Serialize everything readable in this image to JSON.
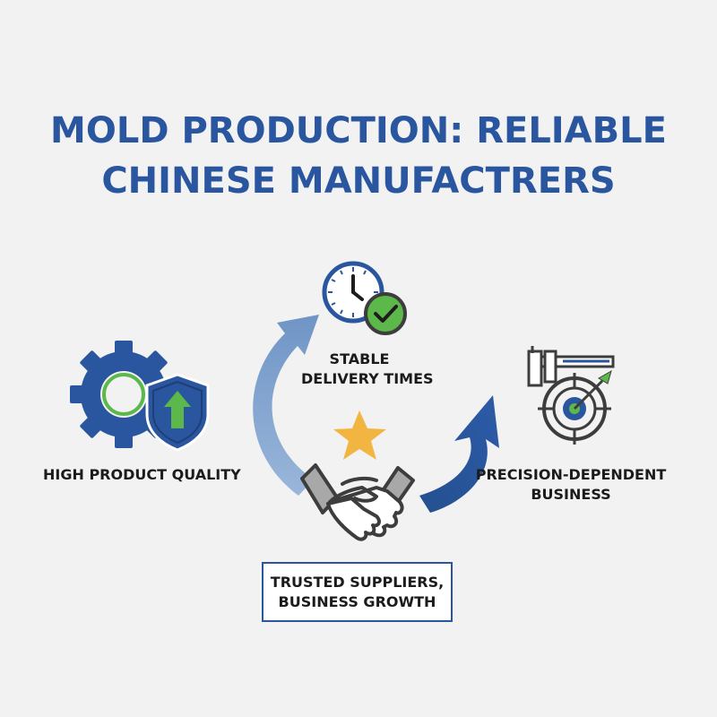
{
  "title": {
    "line1": "MOLD PRODUCTION: RELIABLE",
    "line2": "CHINESE MANUFACTRERS"
  },
  "nodes": {
    "delivery": {
      "line1": "STABLE",
      "line2": "DELIVERY TIMES",
      "icon": "clock-check-icon"
    },
    "quality": {
      "line1": "HIGH PRODUCT QUALITY",
      "icon": "gear-shield-icon"
    },
    "precision": {
      "line1": "PRECISION-DEPENDENT",
      "line2": "BUSINESS",
      "icon": "caliper-target-icon"
    },
    "center": {
      "icon": "handshake-icon",
      "accent_icon": "star-icon"
    }
  },
  "callout": {
    "line1": "TRUSTED SUPPLIERS,",
    "line2": "BUSINESS GROWTH"
  },
  "colors": {
    "primary_blue": "#2a56a0",
    "light_blue": "#7b9fcc",
    "green": "#5cb84a",
    "star_yellow": "#f2b541",
    "dark_gray": "#3d3d3d",
    "background": "#f2f2f2"
  }
}
